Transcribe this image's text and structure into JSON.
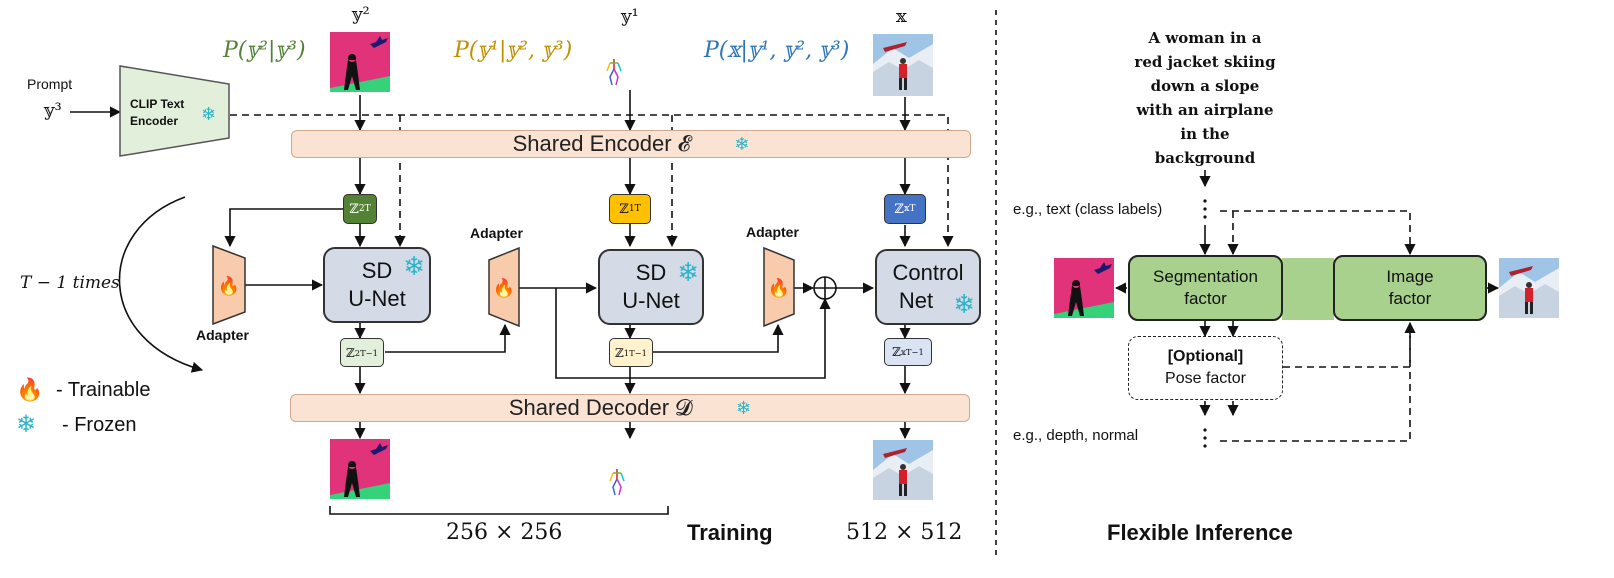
{
  "top_labels": {
    "y2": "𝕪²",
    "y1": "𝕪¹",
    "x": "𝕩"
  },
  "probs": {
    "p_y2": "P(𝕪²|𝕪³)",
    "p_y1": "P(𝕪¹|𝕪², 𝕪³)",
    "p_x": "P(𝕩|𝕪¹, 𝕪², 𝕪³)"
  },
  "prompt": {
    "label": "Prompt",
    "var": "𝕪³"
  },
  "clip": {
    "line1": "CLIP Text",
    "line2": "Encoder"
  },
  "encoder": {
    "label": "Shared Encoder 𝓔"
  },
  "decoder": {
    "label": "Shared Decoder 𝓓"
  },
  "latents": {
    "z2T": "ℤ²_T",
    "z1T": "ℤ¹_T",
    "zxT": "ℤ^𝕩_T",
    "z2T1": "ℤ²_{T−1}",
    "z1T1": "ℤ¹_{T−1}",
    "zxT1": "ℤ^𝕩_{T−1}"
  },
  "unets": {
    "sd1": {
      "line1": "SD",
      "line2": "U-Net"
    },
    "sd2": {
      "line1": "SD",
      "line2": "U-Net"
    },
    "control": {
      "line1": "Control",
      "line2": "Net"
    }
  },
  "adapter_label": "Adapter",
  "loop_label": "T − 1 times",
  "legend": {
    "trainable": "- Trainable",
    "frozen": "- Frozen"
  },
  "bottom": {
    "res_small": "256 × 256",
    "training": "Training",
    "res_large": "512 × 512"
  },
  "inference": {
    "caption_lines": [
      "A woman in a",
      "red jacket skiing",
      "down a slope",
      "with an airplane",
      "in the",
      "background"
    ],
    "eg_text": "e.g., text (class labels)",
    "seg_factor": {
      "line1": "Segmentation",
      "line2": "factor"
    },
    "image_factor": {
      "line1": "Image",
      "line2": "factor"
    },
    "pose_factor": {
      "line1": "[Optional]",
      "line2": "Pose factor"
    },
    "eg_depth": "e.g., depth, normal",
    "title": "Flexible Inference"
  },
  "colors": {
    "green_prob": "#538135",
    "gold_prob": "#bf9000",
    "blue_prob": "#2e75b6",
    "z2": "#548235",
    "z1": "#ffc000",
    "zx": "#4472c4",
    "factor": "#a9d18e",
    "bar": "#fbe3d4",
    "unet": "#d5dbe6",
    "snow": "#2eb3c7",
    "flame": "#ff5a1f"
  }
}
